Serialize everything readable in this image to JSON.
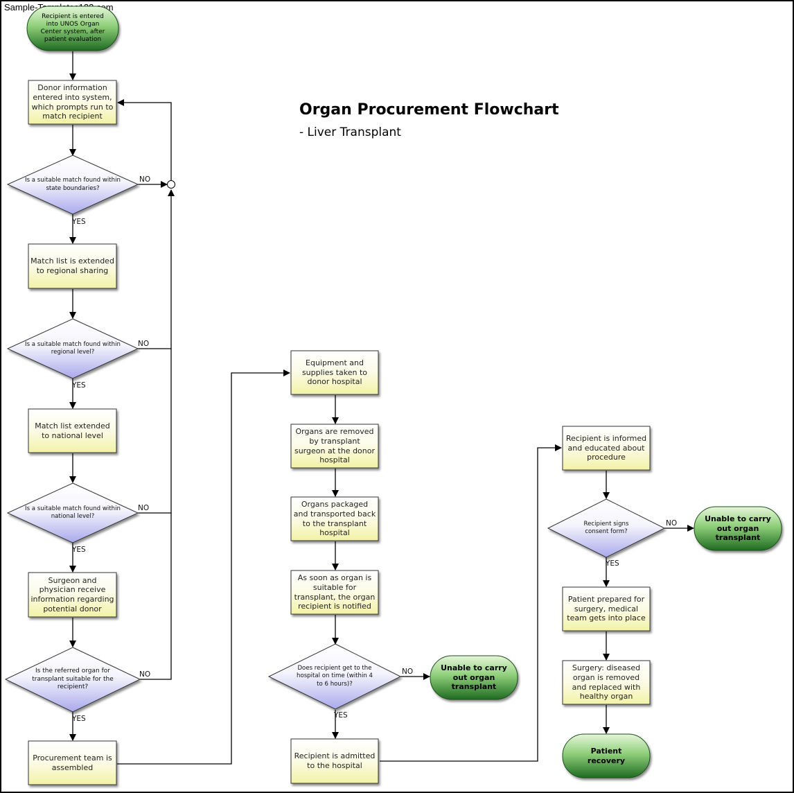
{
  "watermark": "Sample-Templates123.com",
  "title": "Organ Procurement Flowchart",
  "subtitle": "- Liver Transplant",
  "labels": {
    "yes": "YES",
    "no": "NO"
  },
  "nodes": {
    "start": "Recipient is entered into UNOS Organ Center system, after patient evaluation",
    "donor_info": "Donor information entered into system, which prompts run to match recipient",
    "q_state": "Is a suitable match found within state boundaries?",
    "match_regional": "Match list is extended to regional sharing",
    "q_regional": "Is a suitable match found within regional level?",
    "match_national": "Match list extended to national level",
    "q_national": "Is a suitable match found within national level?",
    "surgeon_info": "Surgeon and physician receive information regarding potential donor",
    "q_referred": "Is the referred organ for transplant suitable for the recipient?",
    "procurement_team": "Procurement team is assembled",
    "equipment": "Equipment and supplies taken to donor hospital",
    "organs_removed": "Organs are removed by transplant surgeon at the donor hospital",
    "organs_packaged": "Organs packaged and transported back to the transplant hospital",
    "recipient_notified": "As soon as organ is suitable for transplant, the organ recipient is notified",
    "q_on_time": "Does recipient get to the hospital on time (within 4 to 6 hours)?",
    "unable_1": "Unable to carry out organ transplant",
    "admitted": "Recipient is admitted to the hospital",
    "informed": "Recipient is informed and educated about procedure",
    "q_consent": "Recipient signs consent form?",
    "unable_2": "Unable to carry out organ transplant",
    "prepared": "Patient prepared for surgery, medical team gets into place",
    "surgery": "Surgery: diseased organ is removed and replaced with healthy organ",
    "recovery": "Patient recovery"
  },
  "colors": {
    "box_top": "#ffffff",
    "box_bottom": "#f5f5b0",
    "diamond_top": "#ffffff",
    "diamond_bottom": "#b3b3ee",
    "terminal_light": "#d9f0c8",
    "terminal_dark": "#2d7a2d",
    "line": "#000000"
  }
}
